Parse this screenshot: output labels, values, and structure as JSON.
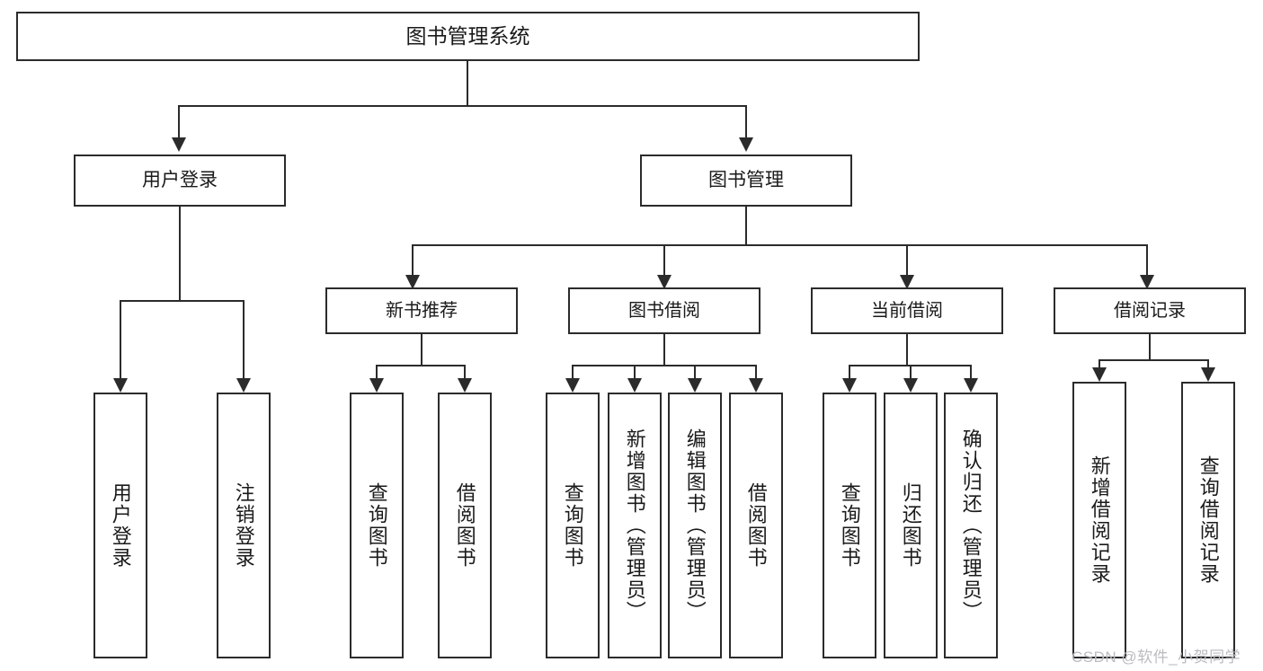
{
  "diagram": {
    "type": "tree",
    "title": "图书管理系统",
    "root": {
      "label": "图书管理系统"
    },
    "level1": [
      {
        "label": "用户登录"
      },
      {
        "label": "图书管理"
      }
    ],
    "level2": [
      {
        "label": "新书推荐"
      },
      {
        "label": "图书借阅"
      },
      {
        "label": "当前借阅"
      },
      {
        "label": "借阅记录"
      }
    ],
    "leaves": {
      "user_login": [
        {
          "label": "用户登录"
        },
        {
          "label": "注销登录"
        }
      ],
      "new_book_recommend": [
        {
          "label": "查询图书"
        },
        {
          "label": "借阅图书"
        }
      ],
      "book_borrow": [
        {
          "label": "查询图书"
        },
        {
          "label": "新增图书（管理员）"
        },
        {
          "label": "编辑图书（管理员）"
        },
        {
          "label": "借阅图书"
        }
      ],
      "current_borrow": [
        {
          "label": "查询图书"
        },
        {
          "label": "归还图书"
        },
        {
          "label": "确认归还（管理员）"
        }
      ],
      "borrow_record": [
        {
          "label": "新增借阅记录"
        },
        {
          "label": "查询借阅记录"
        }
      ]
    },
    "watermark": "CSDN @软件_小贺同学",
    "colors": {
      "stroke": "#2b2b2b",
      "fill": "#ffffff",
      "watermark": "#b9bcc0"
    }
  }
}
